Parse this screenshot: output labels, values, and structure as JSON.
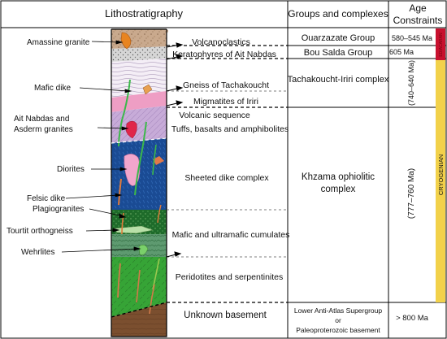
{
  "headers": {
    "litho": "Lithostratigraphy",
    "groups": "Groups and complexes",
    "age_line1": "Age",
    "age_line2": "Constraints"
  },
  "left_labels": [
    "Amassine granite",
    "Mafic dike",
    "Ait Nabdas and",
    "Asderm granites",
    "Diorites",
    "Felsic dike",
    "Plagiogranites",
    "Tourtit orthogneiss",
    "Wehrlites"
  ],
  "unit_labels": [
    "Volcanoclastics",
    "Keratophyres of Ait Nabdas",
    "Gneiss  of Tachakoucht",
    "Migmatites of Iriri",
    "Volcanic sequence",
    "Tuffs, basalts and amphibolites",
    "Sheeted dike complex",
    "Mafic and ultramafic cumulates",
    "Peridotites and serpentinites",
    "Unknown  basement"
  ],
  "groups": {
    "ouarzazate": "Ouarzazate Group",
    "bou_salda": "Bou Salda Group",
    "tachakoucht": "Tachakoucht-Iriri complex",
    "khzama_1": "Khzama ophiolitic",
    "khzama_2": "complex",
    "lower_1": "Lower Anti-Atlas Supergroup",
    "lower_2": "or",
    "lower_3": "Paleoproterozoic basement"
  },
  "ages": {
    "ouarzazate": "580–545 Ma",
    "bou_salda": "605 Ma",
    "tachakoucht": "(740–640 Ma)",
    "khzama": "(777–760 Ma)",
    "basement": "> 800 Ma",
    "period_top": "EDIACARAN",
    "period_main": "CRYOGENIAN"
  },
  "colors": {
    "border": "#000000",
    "ediacaran": "#c8102e",
    "cryogenian": "#f2d14a",
    "volcanoclastics": "#c9a98d",
    "keratophyres": "#cfcfcf",
    "gneiss": "#f1ecf4",
    "migmatites": "#ee9ec4",
    "tuffs": "#c6a9d6",
    "sheeted_dikes": "#1a4b94",
    "cumulates_dark": "#1e6b2a",
    "cumulates_light": "#5a9a6c",
    "peridotites": "#3aa83a",
    "basement": "#7a4e2e",
    "mafic_dike": "#3cb84a",
    "felsic_dike": "#e07a3a",
    "granite_pink": "#f2a6cc",
    "granite_red": "#e0264a",
    "amassine": "#e88420"
  }
}
